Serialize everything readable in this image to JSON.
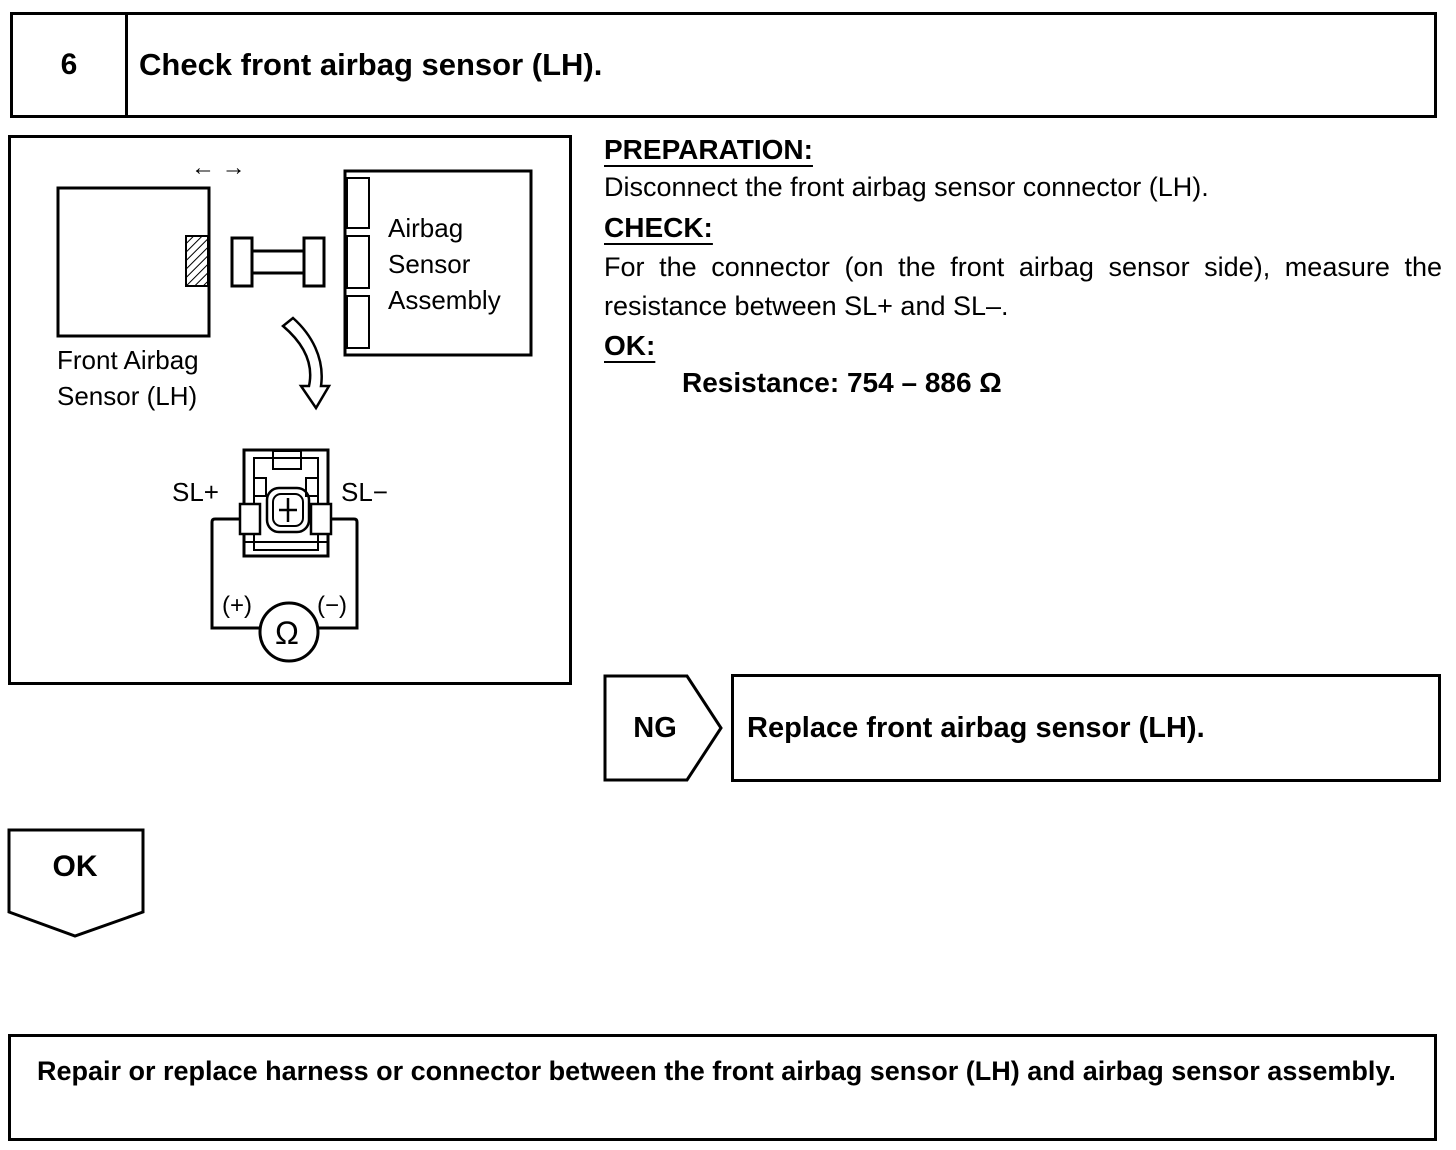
{
  "step": {
    "number": "6",
    "title": "Check front airbag sensor (LH)."
  },
  "figure": {
    "sensor_label_line1": "Front Airbag",
    "sensor_label_line2": "Sensor (LH)",
    "assembly_label_line1": "Airbag",
    "assembly_label_line2": "Sensor",
    "assembly_label_line3": "Assembly",
    "disconnect_arrows": "← →",
    "terminal_plus": "SL+",
    "terminal_minus": "SL−",
    "meter_plus": "(+)",
    "meter_minus": "(−)",
    "meter_symbol": "Ω",
    "icons": [
      "disconnect-arrows-icon",
      "curved-arrow-down-icon",
      "ohmmeter-icon",
      "connector-icon"
    ]
  },
  "instructions": {
    "preparation_heading": "PREPARATION:",
    "preparation_text": "Disconnect the front airbag sensor connector (LH).",
    "check_heading": "CHECK:",
    "check_text": "For the connector (on the front airbag sensor side), measure the resistance between SL+ and SL–.",
    "ok_heading": "OK:",
    "ok_spec": "Resistance: 754 – 886 Ω"
  },
  "ng_branch": {
    "tag": "NG",
    "action": "Replace front airbag sensor (LH)."
  },
  "ok_branch": {
    "tag": "OK"
  },
  "final_action": "Repair or replace harness or connector between the front airbag sensor (LH) and airbag sensor assembly."
}
